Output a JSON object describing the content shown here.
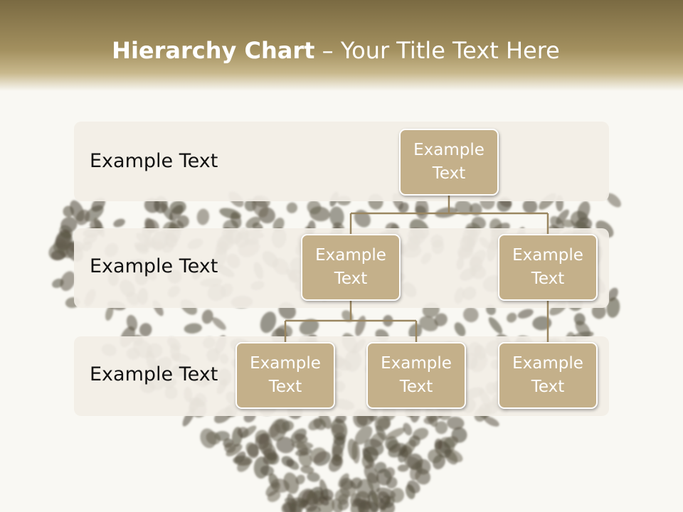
{
  "header": {
    "title_bold": "Hierarchy Chart",
    "title_rest": " – Your Title Text Here"
  },
  "levels": [
    {
      "label": "Example Text"
    },
    {
      "label": "Example Text"
    },
    {
      "label": "Example Text"
    }
  ],
  "nodes": {
    "root": "Example\nText",
    "level2_left": "Example\nText",
    "level2_right": "Example\nText",
    "level3_a": "Example\nText",
    "level3_b": "Example\nText",
    "level3_c": "Example\nText"
  },
  "colors": {
    "header_dark": "#7a6a42",
    "node_fill": "#c4b08a",
    "connector": "#9a8660",
    "band_fill": "#f2eee6"
  }
}
